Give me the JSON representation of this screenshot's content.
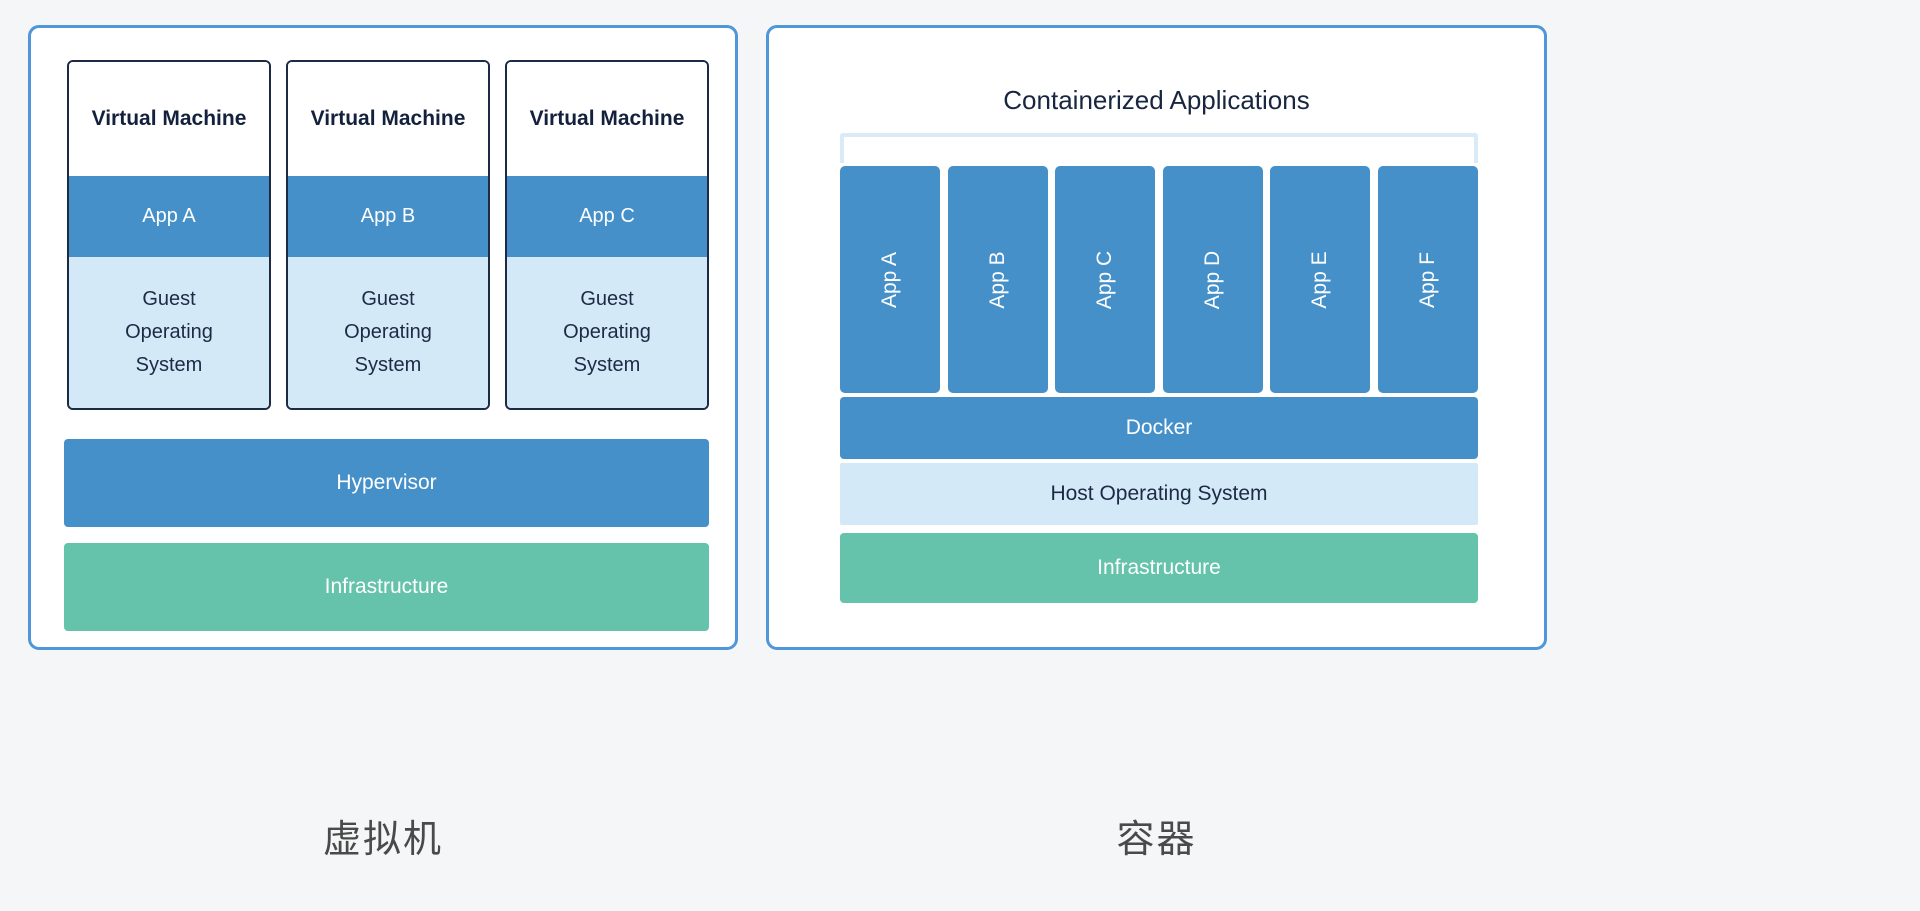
{
  "page": {
    "background_color": "#f5f6f7",
    "accent_border_color": "#4f97d8",
    "app_blue": "#4590c8",
    "os_light_blue": "#d4e9f7",
    "infra_green": "#64c3aa",
    "vm_border_navy": "#1c2a46",
    "bracket_color": "#d9eaf9"
  },
  "vm_panel": {
    "caption": "虚拟机",
    "machines": [
      {
        "title": "Virtual Machine",
        "app": "App A",
        "guest_os": "Guest\nOperating\nSystem"
      },
      {
        "title": "Virtual Machine",
        "app": "App B",
        "guest_os": "Guest\nOperating\nSystem"
      },
      {
        "title": "Virtual Machine",
        "app": "App C",
        "guest_os": "Guest\nOperating\nSystem"
      }
    ],
    "hypervisor": "Hypervisor",
    "infrastructure": "Infrastructure"
  },
  "container_panel": {
    "caption": "容器",
    "title": "Containerized Applications",
    "apps": [
      {
        "label": "App A"
      },
      {
        "label": "App B"
      },
      {
        "label": "App C"
      },
      {
        "label": "App D"
      },
      {
        "label": "App E"
      },
      {
        "label": "App F"
      }
    ],
    "docker": "Docker",
    "host_os": "Host Operating System",
    "infrastructure": "Infrastructure"
  }
}
